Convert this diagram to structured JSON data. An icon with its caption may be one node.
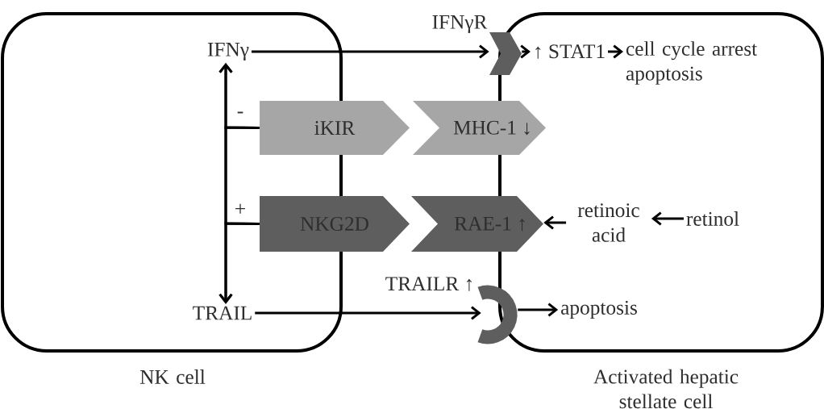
{
  "diagram": {
    "nodes": [
      {
        "text": [
          "NK cell"
        ]
      },
      {
        "text": [
          "Activated hepatic stellate cell"
        ]
      },
      {
        "text": [
          "IFNγ"
        ],
        "in": 0
      },
      {
        "text": [
          "TRAIL"
        ],
        "in": 0
      },
      {
        "text": [
          "iKIR"
        ]
      },
      {
        "text": [
          "NKG2D"
        ]
      },
      {
        "text": [
          "MHC-1 ↓"
        ]
      },
      {
        "text": [
          "RAE-1 ↑"
        ]
      },
      {
        "text": [
          "IFNγR"
        ]
      },
      {
        "text": [
          "TRAILR ↑"
        ]
      },
      {
        "text": [
          "↑ STAT1"
        ],
        "in": 1
      },
      {
        "text": [
          "cell cycle arrest apoptosis"
        ],
        "in": 1
      },
      {
        "text": [
          "retinoic acid"
        ],
        "in": 1
      },
      {
        "text": [
          "retinol"
        ],
        "in": 1
      },
      {
        "text": [
          "apoptosis"
        ],
        "in": 1
      }
    ],
    "edges": [
      {
        "from": 4,
        "to": 2,
        "arrow": "to",
        "label": "-"
      },
      {
        "from": 4,
        "to": 3,
        "arrow": "to"
      },
      {
        "from": 5,
        "to": 2,
        "arrow": "to"
      },
      {
        "from": 5,
        "to": 3,
        "arrow": "to",
        "label": "+"
      },
      {
        "from": 2,
        "to": 8,
        "arrow": "to"
      },
      {
        "from": 8,
        "to": 10,
        "arrow": "to"
      },
      {
        "from": 10,
        "to": 11,
        "arrow": "to"
      },
      {
        "from": 13,
        "to": 12,
        "arrow": "to"
      },
      {
        "from": 12,
        "to": 7,
        "arrow": "to"
      },
      {
        "from": 3,
        "to": 9,
        "arrow": "to"
      },
      {
        "from": 9,
        "to": 14,
        "arrow": "to"
      }
    ]
  }
}
